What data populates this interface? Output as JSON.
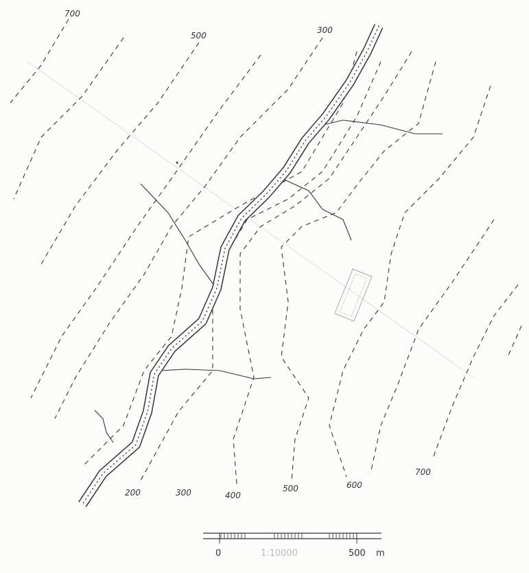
{
  "map": {
    "type": "hand-drawn topographic contour map",
    "contour_labels_top": [
      "700",
      "500",
      "300"
    ],
    "contour_labels_bottom": [
      "200",
      "300",
      "400",
      "500",
      "600",
      "700"
    ],
    "scale_bar": {
      "start": "0",
      "ratio": "1:10000",
      "end": "500",
      "unit": "m"
    },
    "colors": {
      "ink": "#333333",
      "grid_line": "#d8d8d8",
      "building": "#aaaaaa"
    }
  }
}
